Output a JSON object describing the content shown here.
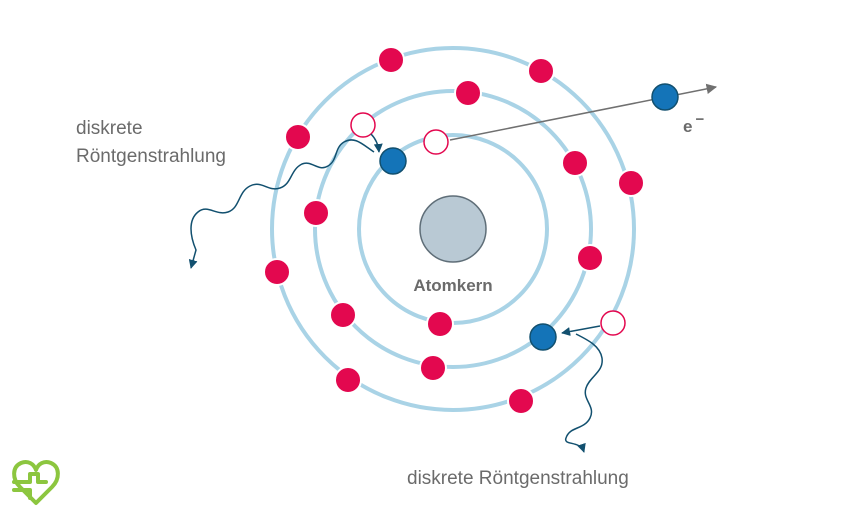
{
  "labels": {
    "left_line1": "diskrete",
    "left_line2": "Röntgenstrahlung",
    "bottom": "diskrete Röntgenstrahlung",
    "nucleus": "Atomkern",
    "electron_symbol": "e",
    "electron_charge": "−"
  },
  "colors": {
    "shell": "#a9d3e6",
    "electron": "#e3084f",
    "inner_electron": "#1474b8",
    "vacancy_stroke": "#e3084f",
    "nucleus_fill": "#b9c9d4",
    "nucleus_stroke": "#5f6e78",
    "wave": "#12506f",
    "arrow": "#707070",
    "text": "#6b6b6b",
    "logo": "#8cc63f"
  },
  "icons": {
    "logo": "heart-cross-icon"
  }
}
